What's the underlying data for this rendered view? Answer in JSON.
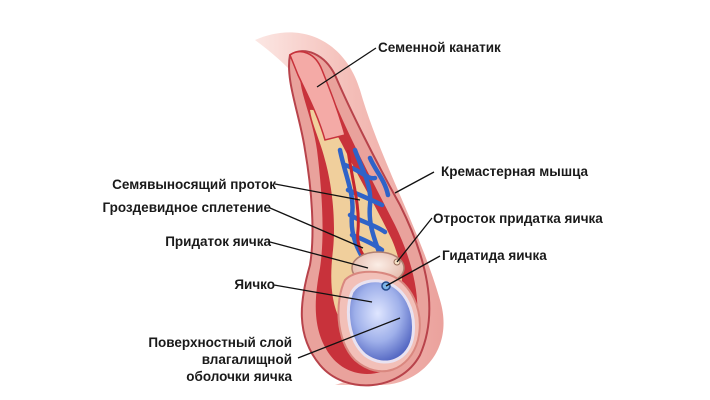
{
  "labels": {
    "spermatic_cord": "Семенной канатик",
    "cremaster": "Кремастерная мышца",
    "vas_deferens": "Семявыносящий проток",
    "pampiniform": "Гроздевидное сплетение",
    "appendix_epididymis": "Отросток придатка яичка",
    "epididymis": "Придаток яичка",
    "hydatid": "Гидатида яичка",
    "testis": "Яичко",
    "tunica_lines": [
      "Поверхностный слой",
      "влагалищной",
      "оболочки яичка"
    ]
  },
  "colors": {
    "skin_light": "#f6c9c4",
    "skin_mid": "#e68f8a",
    "muscle": "#c8323b",
    "fat": "#f0cf9c",
    "vein": "#2f63c8",
    "artery": "#c6262e",
    "testis": "#8ea0df",
    "leader": "#111111"
  }
}
